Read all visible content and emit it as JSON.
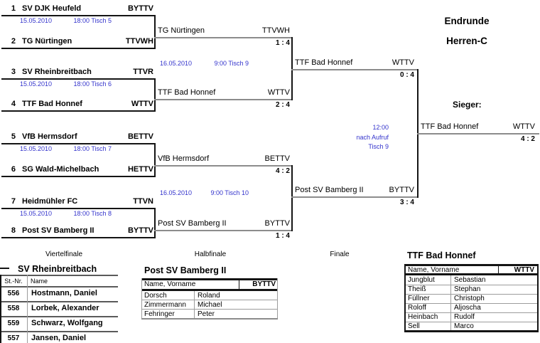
{
  "header": {
    "event": "Endrunde",
    "division": "Herren-C",
    "winner_label": "Sieger:"
  },
  "round_labels": {
    "quarterfinal": "Viertelfinale",
    "semifinal": "Halbfinale",
    "final": "Finale"
  },
  "colors": {
    "schedule_blue": "#3333cc",
    "line_black": "#141414",
    "line_gray": "#8c8c8c"
  },
  "bracket": {
    "qf_teams": [
      {
        "seed": "1",
        "name": "SV DJK Heufeld",
        "assoc": "BYTTV"
      },
      {
        "seed": "2",
        "name": "TG Nürtingen",
        "assoc": "TTVWH"
      },
      {
        "seed": "3",
        "name": "SV Rheinbreitbach",
        "assoc": "TTVR"
      },
      {
        "seed": "4",
        "name": "TTF Bad Honnef",
        "assoc": "WTTV"
      },
      {
        "seed": "5",
        "name": "VfB Hermsdorf",
        "assoc": "BETTV"
      },
      {
        "seed": "6",
        "name": "SG Wald-Michelbach",
        "assoc": "HETTV"
      },
      {
        "seed": "7",
        "name": "Heidmühler FC",
        "assoc": "TTVN"
      },
      {
        "seed": "8",
        "name": "Post SV Bamberg II",
        "assoc": "BYTTV"
      }
    ],
    "qf_schedule": [
      {
        "date": "15.05.2010",
        "time_table": "18:00 Tisch 5"
      },
      {
        "date": "15.05.2010",
        "time_table": "18:00 Tisch 6"
      },
      {
        "date": "15.05.2010",
        "time_table": "18:00 Tisch 7"
      },
      {
        "date": "15.05.2010",
        "time_table": "18:00 Tisch 8"
      }
    ],
    "sf_entries": [
      {
        "name": "TG Nürtingen",
        "assoc": "TTVWH",
        "score": "1 : 4"
      },
      {
        "name": "TTF Bad Honnef",
        "assoc": "WTTV",
        "score": "2 : 4"
      },
      {
        "name": "VfB Hermsdorf",
        "assoc": "BETTV",
        "score": "4 : 2"
      },
      {
        "name": "Post SV Bamberg II",
        "assoc": "BYTTV",
        "score": "1 : 4"
      }
    ],
    "sf_schedule": [
      {
        "date": "16.05.2010",
        "time_table": "9:00 Tisch 9"
      },
      {
        "date": "16.05.2010",
        "time_table": "9:00 Tisch 10"
      }
    ],
    "final_entries": [
      {
        "name": "TTF Bad Honnef",
        "assoc": "WTTV",
        "score": "0 : 4"
      },
      {
        "name": "Post SV Bamberg II",
        "assoc": "BYTTV",
        "score": "3 : 4"
      }
    ],
    "final_schedule": {
      "time": "12:00",
      "note": "nach Aufruf",
      "table": "Tisch 9"
    },
    "winner": {
      "name": "TTF Bad Honnef",
      "assoc": "WTTV",
      "score": "4 : 2"
    }
  },
  "rosters": [
    {
      "title": "SV Rheinbreitbach",
      "col1": "St.-Nr.",
      "col2": "Name",
      "rows": [
        {
          "c1": "556",
          "c2": "Hostmann, Daniel"
        },
        {
          "c1": "558",
          "c2": "Lorbek, Alexander"
        },
        {
          "c1": "559",
          "c2": "Schwarz, Wolfgang"
        },
        {
          "c1": "557",
          "c2": "Jansen, Daniel"
        }
      ]
    },
    {
      "title": "Post SV Bamberg II",
      "col1": "Name, Vorname",
      "col2": "BYTTV",
      "rows": [
        {
          "c1": "Dorsch",
          "c2": "Roland"
        },
        {
          "c1": "Zimmermann",
          "c2": "Michael"
        },
        {
          "c1": "Fehringer",
          "c2": "Peter"
        }
      ]
    },
    {
      "title": "TTF Bad Honnef",
      "col1": "Name, Vorname",
      "col2": "WTTV",
      "rows": [
        {
          "c1": "Jungblut",
          "c2": "Sebastian"
        },
        {
          "c1": "Theiß",
          "c2": "Stephan"
        },
        {
          "c1": "Füllner",
          "c2": "Christoph"
        },
        {
          "c1": "Roloff",
          "c2": "Aljoscha"
        },
        {
          "c1": "Heinbach",
          "c2": "Rudolf"
        },
        {
          "c1": "Sell",
          "c2": "Marco"
        }
      ]
    }
  ]
}
